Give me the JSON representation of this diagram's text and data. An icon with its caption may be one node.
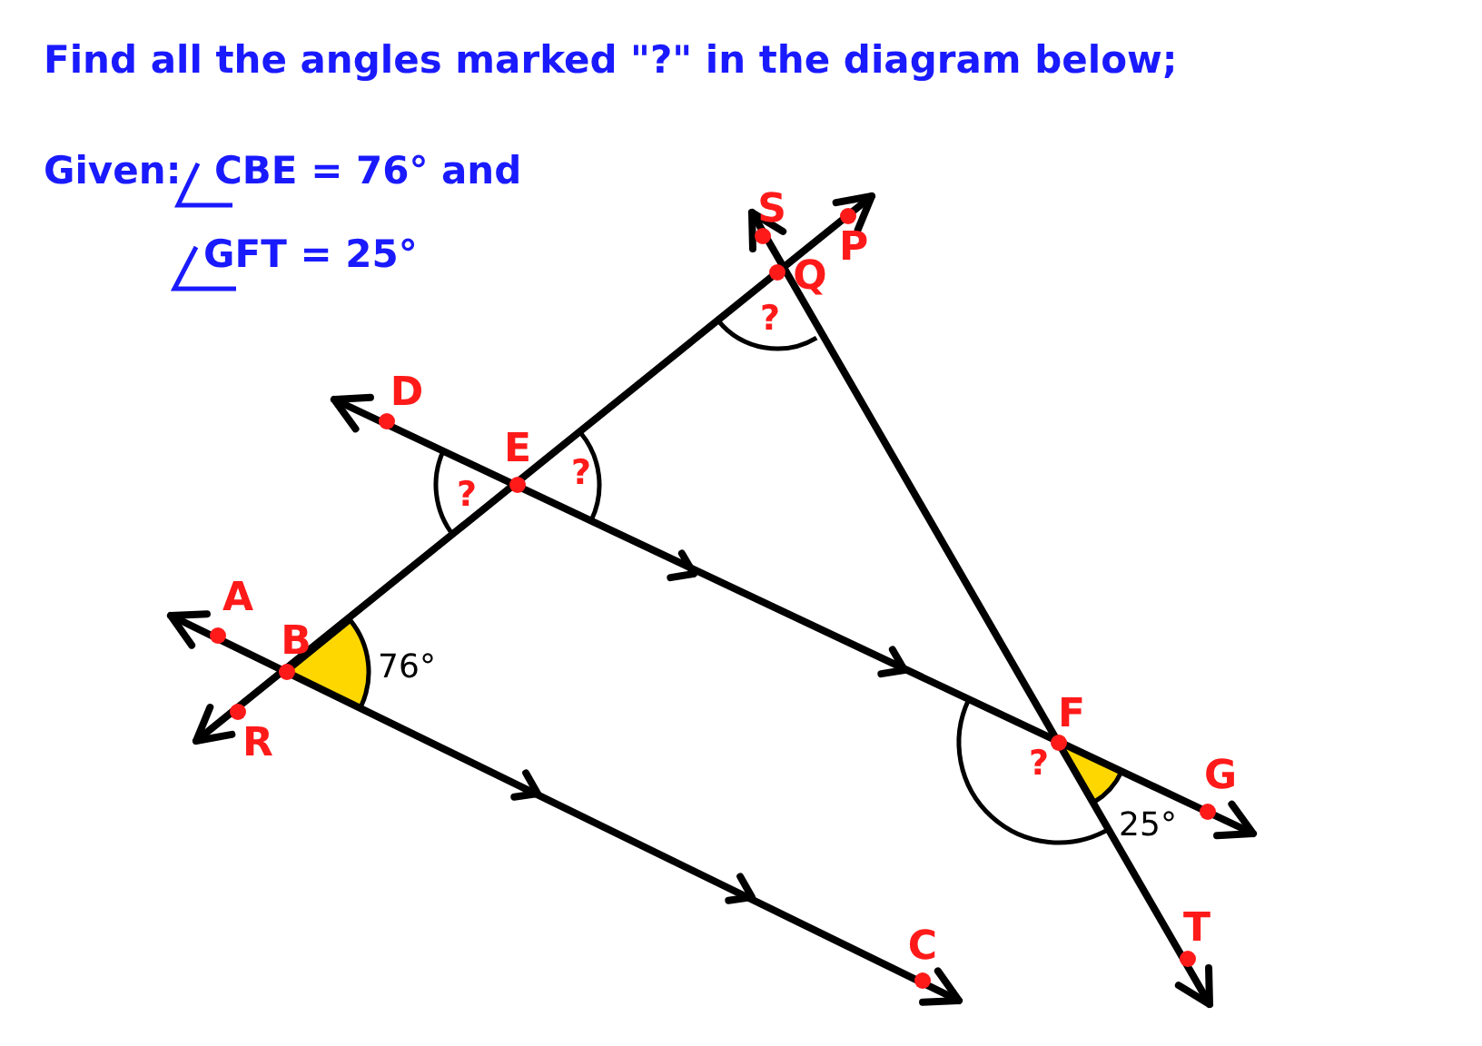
{
  "diagram": {
    "title": "Find all the angles marked \"?\" in the diagram below;",
    "labels": [
      "Given:",
      "CBE = 76° and",
      "GFT = 25°",
      "S",
      "P",
      "Q",
      "D",
      "E",
      "?",
      "?",
      "?",
      "A",
      "B",
      "76°",
      "R",
      "F",
      "?",
      "G",
      "25°",
      "T",
      "C"
    ]
  }
}
